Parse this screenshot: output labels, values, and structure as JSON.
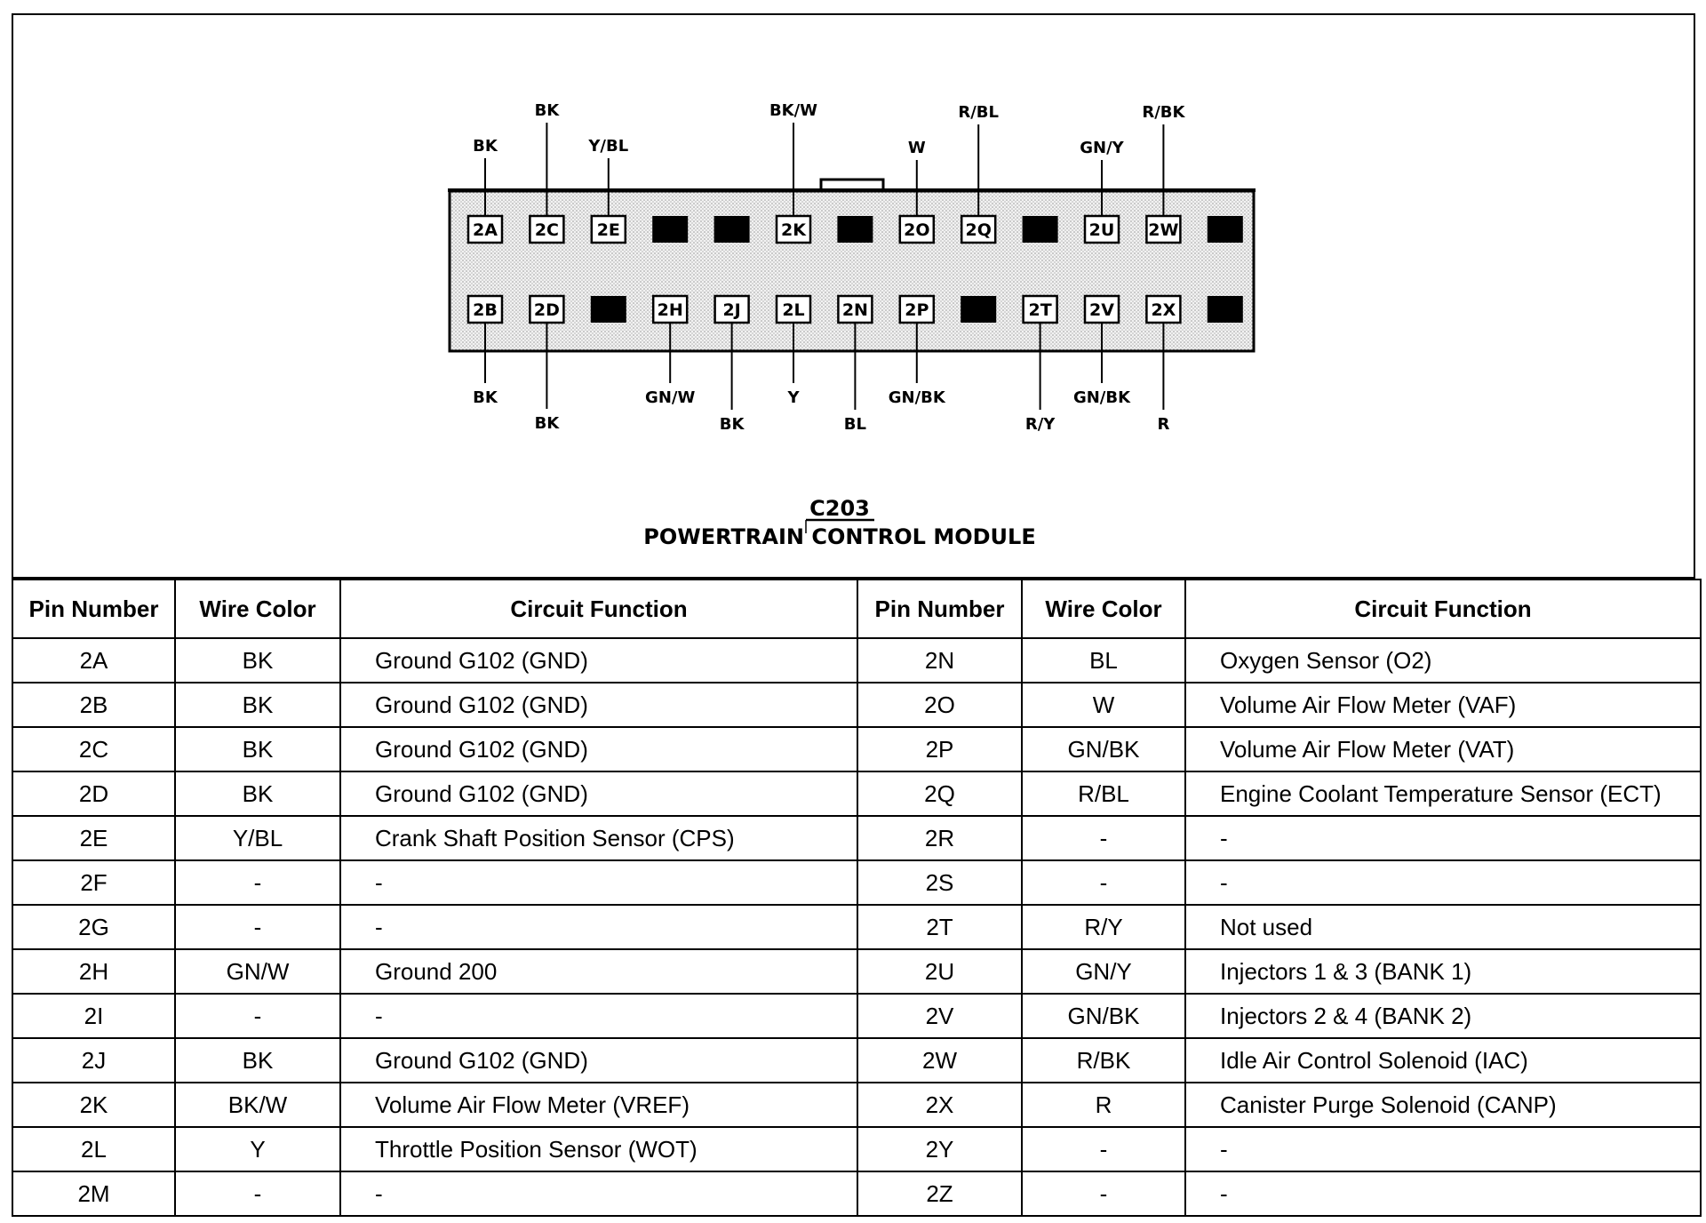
{
  "connector": {
    "id": "C203",
    "name": "POWERTRAIN CONTROL MODULE",
    "top_row": [
      {
        "pin": "2A",
        "wire": "BK"
      },
      {
        "pin": "2C",
        "wire": "BK"
      },
      {
        "pin": "2E",
        "wire": "Y/BL"
      },
      {
        "pin": "",
        "wire": ""
      },
      {
        "pin": "",
        "wire": ""
      },
      {
        "pin": "2K",
        "wire": "BK/W"
      },
      {
        "pin": "",
        "wire": ""
      },
      {
        "pin": "2O",
        "wire": "W"
      },
      {
        "pin": "2Q",
        "wire": "R/BL"
      },
      {
        "pin": "",
        "wire": ""
      },
      {
        "pin": "2U",
        "wire": "GN/Y"
      },
      {
        "pin": "2W",
        "wire": "R/BK"
      },
      {
        "pin": "",
        "wire": ""
      }
    ],
    "bottom_row": [
      {
        "pin": "2B",
        "wire": "BK"
      },
      {
        "pin": "2D",
        "wire": "BK"
      },
      {
        "pin": "",
        "wire": ""
      },
      {
        "pin": "2H",
        "wire": "GN/W"
      },
      {
        "pin": "2J",
        "wire": "BK"
      },
      {
        "pin": "2L",
        "wire": "Y"
      },
      {
        "pin": "2N",
        "wire": "BL"
      },
      {
        "pin": "2P",
        "wire": "GN/BK"
      },
      {
        "pin": "",
        "wire": ""
      },
      {
        "pin": "2T",
        "wire": "R/Y"
      },
      {
        "pin": "2V",
        "wire": "GN/BK"
      },
      {
        "pin": "2X",
        "wire": "R"
      },
      {
        "pin": "",
        "wire": ""
      }
    ]
  },
  "table": {
    "headers": [
      "Pin Number",
      "Wire Color",
      "Circuit Function",
      "Pin Number",
      "Wire Color",
      "Circuit Function"
    ],
    "rows": [
      [
        "2A",
        "BK",
        "Ground G102 (GND)",
        "2N",
        "BL",
        "Oxygen Sensor (O2)"
      ],
      [
        "2B",
        "BK",
        "Ground G102 (GND)",
        "2O",
        "W",
        "Volume Air Flow Meter (VAF)"
      ],
      [
        "2C",
        "BK",
        "Ground G102 (GND)",
        "2P",
        "GN/BK",
        "Volume Air Flow Meter (VAT)"
      ],
      [
        "2D",
        "BK",
        "Ground G102 (GND)",
        "2Q",
        "R/BL",
        "Engine Coolant Temperature Sensor (ECT)"
      ],
      [
        "2E",
        "Y/BL",
        "Crank Shaft Position Sensor (CPS)",
        "2R",
        "-",
        "-"
      ],
      [
        "2F",
        "-",
        "-",
        "2S",
        "-",
        "-"
      ],
      [
        "2G",
        "-",
        "-",
        "2T",
        "R/Y",
        "Not used"
      ],
      [
        "2H",
        "GN/W",
        "Ground 200",
        "2U",
        "GN/Y",
        "Injectors 1 & 3 (BANK 1)"
      ],
      [
        "2I",
        "-",
        "-",
        "2V",
        "GN/BK",
        "Injectors 2 & 4 (BANK 2)"
      ],
      [
        "2J",
        "BK",
        "Ground G102 (GND)",
        "2W",
        "R/BK",
        "Idle Air Control Solenoid (IAC)"
      ],
      [
        "2K",
        "BK/W",
        "Volume Air Flow Meter (VREF)",
        "2X",
        "R",
        "Canister Purge Solenoid (CANP)"
      ],
      [
        "2L",
        "Y",
        "Throttle Position Sensor (WOT)",
        "2Y",
        "-",
        "-"
      ],
      [
        "2M",
        "-",
        "-",
        "2Z",
        "-",
        "-"
      ]
    ]
  }
}
